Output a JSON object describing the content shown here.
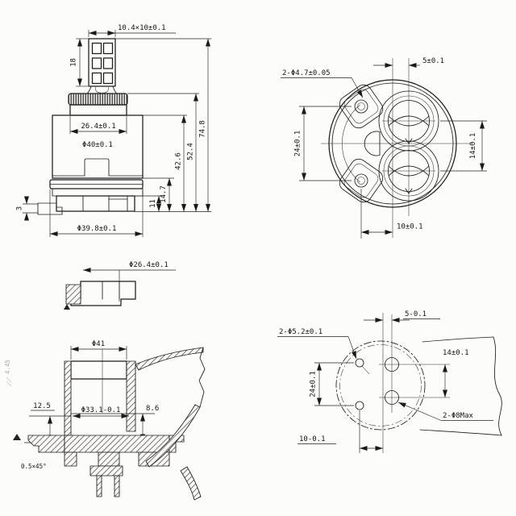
{
  "drawing": {
    "colors": {
      "line": "#1c1c1c",
      "background": "#fcfcfb",
      "hatch": "#3c3c3c",
      "faint_note": "#a8a8a8"
    },
    "views": {
      "side": {
        "stem_section": "10.4×10±0.1",
        "stem_height": "18",
        "cap_width": "26.4±0.1",
        "body_diameter": "Φ40±0.1",
        "base_diameter": "Φ39.8±0.1",
        "height_body": "42.6",
        "height_cap": "52.4",
        "height_total": "74.8",
        "skirt_height": "11",
        "base_height": "14.7",
        "foot_thickness": "3"
      },
      "top": {
        "port_offset": "5±0.1",
        "screw_holes": "2-Φ4.7±0.05",
        "screw_hole_span": "24±0.1",
        "port_span": "14±0.1",
        "screw_hole_offset": "10±0.1"
      },
      "seal": {
        "diameter": "Φ26.4±0.1"
      },
      "section": {
        "bore_diameter": "Φ41",
        "seat_diameter": "Φ33.1-0.1",
        "depth": "12.5",
        "step_height": "8.6",
        "chamfer": "0.5×45°",
        "side_note": "4.45"
      },
      "bottom": {
        "hole_offset": "5-0.1",
        "pin_holes": "2-Φ5.2±0.1",
        "hole_span": "14±0.1",
        "pin_span": "24±0.1",
        "water_holes": "2-Φ8Max",
        "pin_offset": "10-0.1"
      }
    }
  }
}
